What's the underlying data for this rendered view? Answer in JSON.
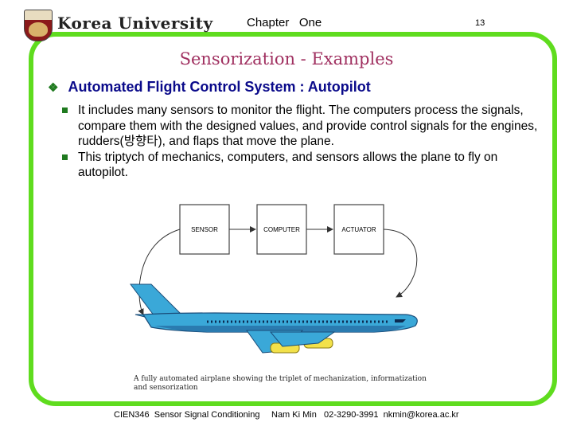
{
  "header": {
    "logo_text": "Korea University",
    "chapter": "Chapter   One",
    "page_number": "13"
  },
  "slide": {
    "title": "Sensorization - Examples",
    "heading": "Automated Flight Control System : Autopilot",
    "bullets": [
      "It includes many sensors to monitor the flight. The computers process the signals, compare them with the designed values, and provide control signals for the engines, rudders(방향타), and flaps that move the plane.",
      "This triptych of mechanics, computers, and sensors allows the plane to fly on autopilot."
    ]
  },
  "figure": {
    "boxes": [
      "SENSOR",
      "COMPUTER",
      "ACTUATOR"
    ],
    "caption": "A fully automated airplane showing the triplet of mechanization, informatization and sensorization"
  },
  "footer": {
    "course": "CIEN346  Sensor Signal Conditioning",
    "contact": "Nam Ki Min   02-3290-3991  nkmin@korea.ac.kr"
  }
}
